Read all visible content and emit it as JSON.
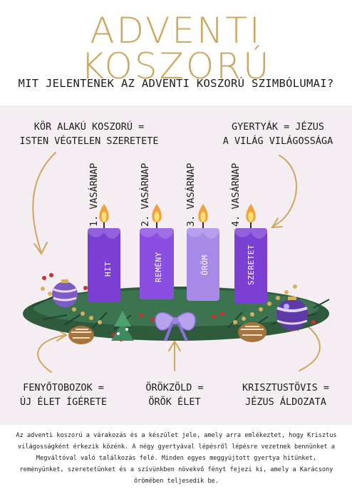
{
  "title": "ADVENTI KOSZORÚ",
  "subtitle": "MIT JELENTENEK AZ ADVENTI KOSZORÚ SZIMBÓLUMAI?",
  "labels": {
    "wreath_line1": "KÖR ALAKÚ KOSZORÚ =",
    "wreath_line2": "ISTEN VÉGTELEN SZERETETE",
    "candles_line1": "GYERTYÁK = JÉZUS",
    "candles_line2": "A VILÁG VILÁGOSSÁGA",
    "cones_line1": "FENYŐTOBOZOK =",
    "cones_line2": "ÚJ ÉLET ÍGÉRETE",
    "evergreen_line1": "ÖRÖKZÖLD =",
    "evergreen_line2": "ÖRÖK ÉLET",
    "ornament_line1": "KRISZTUSTÖVIS =",
    "ornament_line2": "JÉZUS ÁLDOZATA"
  },
  "candles": [
    {
      "sunday": "1. VASÁRNAP",
      "word": "HIT",
      "color": "#7b3fd3"
    },
    {
      "sunday": "2. VASÁRNAP",
      "word": "REMÉNY",
      "color": "#8a4ee0"
    },
    {
      "sunday": "3. VASÁRNAP",
      "word": "ÖRÖM",
      "color": "#a78ae8"
    },
    {
      "sunday": "4. VASÁRNAP",
      "word": "SZERETET",
      "color": "#7b3fd3"
    }
  ],
  "paragraph": "Az adventi koszorú a várakozás és a készület jele, amely arra emlékeztet, hogy Krisztus világosságként érkezik közénk. A négy gyertyával lépésről lépésre vezetnek bennünket a Megváltóval való találkozás felé. Minden egyes meggyújtott gyertya hitünket, reményünket, szeretetünket és a szívünkben növekvő fényt fejezi ki, amely a Karácsony örömében teljesedik be.",
  "colors": {
    "accent": "#cfa65e",
    "candle_dark": "#7b3fd3",
    "candle_light": "#a78ae8",
    "greenery": "#2f5a3c",
    "band": "#f4eef2"
  }
}
